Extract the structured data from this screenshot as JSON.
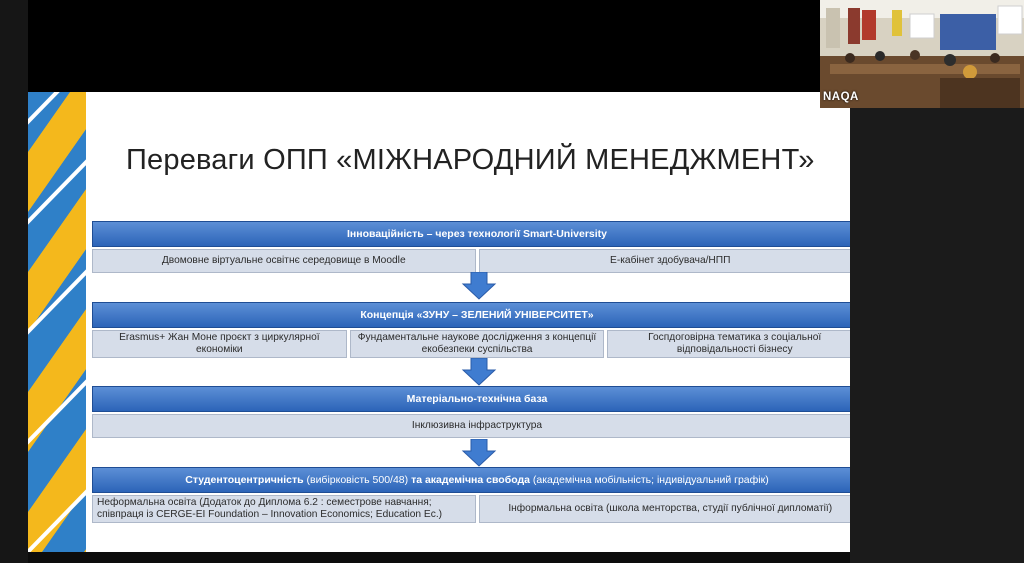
{
  "slide": {
    "title": "Переваги ОПП «МІЖНАРОДНИЙ МЕНЕДЖМЕНТ»",
    "blocks": [
      {
        "header_bold": "Інноваційність – через технології Smart-University",
        "cells": [
          "Двомовне віртуальне освітнє середовище в Moodle",
          "Е-кабінет здобувача/НПП"
        ]
      },
      {
        "header_bold": "Концепція «ЗУНУ – ЗЕЛЕНИЙ УНІВЕРСИТЕТ»",
        "cells": [
          "Erasmus+ Жан Моне проєкт з циркулярної економіки",
          "Фундаментальне наукове дослідження з концепції екобезпеки суспільства",
          "Госпдоговірна тематика з соціальної відповідальності бізнесу"
        ]
      },
      {
        "header_bold": "Матеріально-технічна база",
        "cells": [
          "Інклюзивна інфраструктура"
        ]
      },
      {
        "header_parts": [
          "Студентоцентричність",
          " (вибірковість 500/48) ",
          "та академічна свобода",
          " (академічна мобільність; індивідуальний графік)"
        ],
        "cells": [
          "Неформальна освіта (Додаток до Диплома 6.2 : семестрове навчання; співпраця із CERGE-EI Foundation – Innovation Economics; Education Ec.)",
          "Інформальна освіта (школа менторства, студії публічної дипломатії)"
        ]
      }
    ]
  },
  "video": {
    "participant_name": "NAQA"
  },
  "colors": {
    "header_blue": "#2c64b8",
    "stripe_blue": "#2f80c8",
    "stripe_yellow": "#f4b81c",
    "cell_gray": "#d6dde9"
  }
}
